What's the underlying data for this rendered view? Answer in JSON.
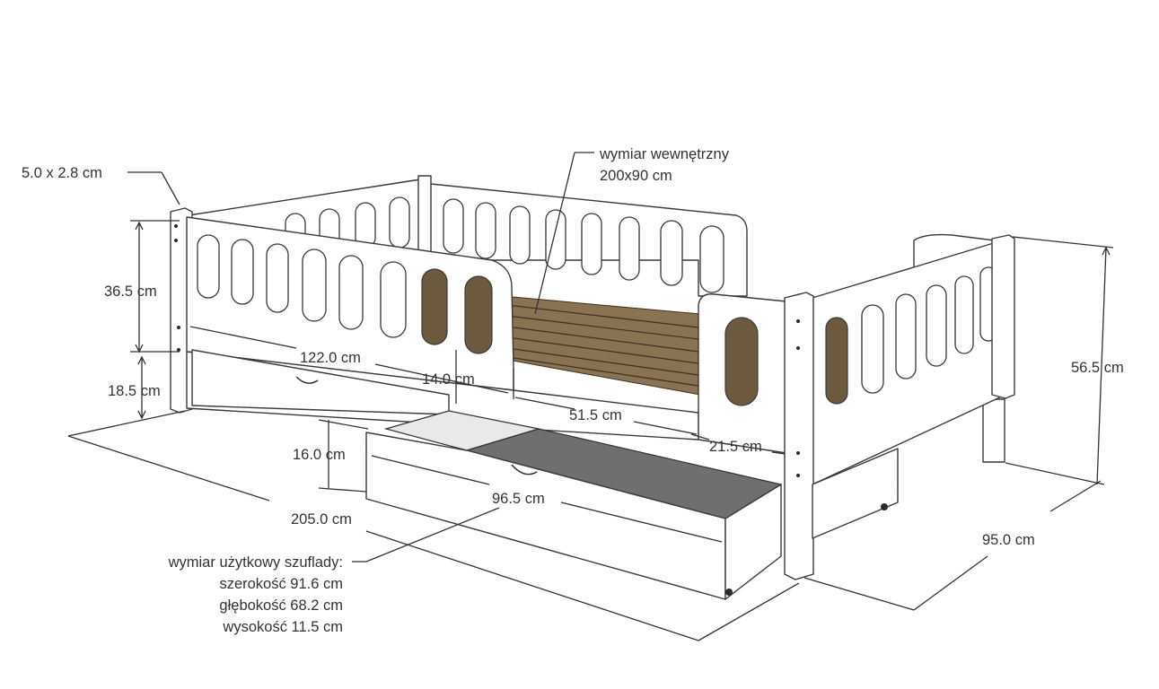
{
  "diagram": {
    "labels": {
      "post_section": "5.0 x 2.8 cm",
      "inner_size_line1": "wymiar wewnętrzny",
      "inner_size_line2": "200x90 cm",
      "back_rail_height": "36.5 cm",
      "leg_height": "18.5 cm",
      "guard_length": "122.0 cm",
      "gap": "14.0 cm",
      "opening": "51.5 cm",
      "footboard_offset": "21.5 cm",
      "total_height": "56.5 cm",
      "drawer_height": "16.0 cm",
      "drawer_length": "96.5 cm",
      "total_length": "205.0 cm",
      "total_width": "95.0 cm",
      "drawer_usable_title": "wymiar użytkowy szuflady:",
      "drawer_width": "szerokość 91.6 cm",
      "drawer_depth": "głębokość 68.2 cm",
      "drawer_inner_height": "wysokość 11.5 cm"
    },
    "colors": {
      "line": "#2b2b2b",
      "text": "#333333",
      "panel": "#ffffff",
      "slats": "#8a7352",
      "drawer_base": "#6f6f6f"
    }
  }
}
